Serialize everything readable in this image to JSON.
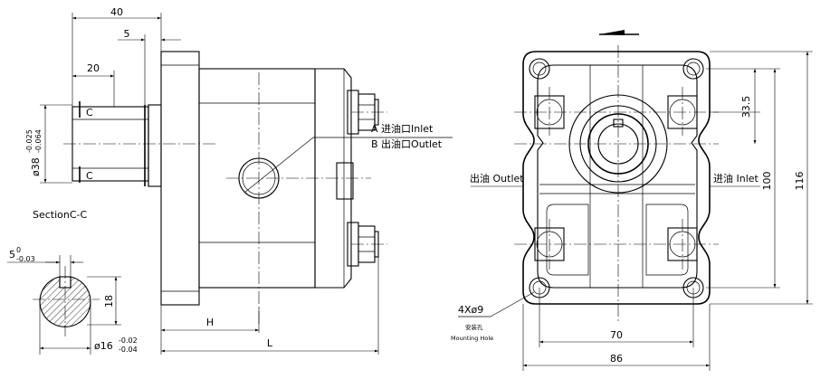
{
  "dimensions": {
    "d40": "40",
    "d5": "5",
    "d20": "20",
    "shaft_dia": "ø38",
    "shaft_tol_upper": "-0.025",
    "shaft_tol_lower": "-0.064",
    "d18": "18",
    "key_width": "5",
    "key_tol_upper": "0",
    "key_tol_lower": "-0.03",
    "small_dia": "ø16",
    "small_tol_upper": "-0.02",
    "small_tol_lower": "-0.04",
    "H": "H",
    "L": "L",
    "d70": "70",
    "d86": "86",
    "d100": "100",
    "d116": "116",
    "d33_5": "33.5"
  },
  "labels": {
    "section_c_top": "C",
    "section_c_bottom": "C",
    "section_title": "SectionC-C",
    "port_a": "A  进油口Inlet",
    "port_b": "B  出油口Outlet",
    "outlet_side": "出油 Outlet",
    "inlet_side": "进油 Inlet",
    "holes": "4Xø9",
    "mounting_cn": "安装孔",
    "mounting_en": "Mounting Hole"
  }
}
